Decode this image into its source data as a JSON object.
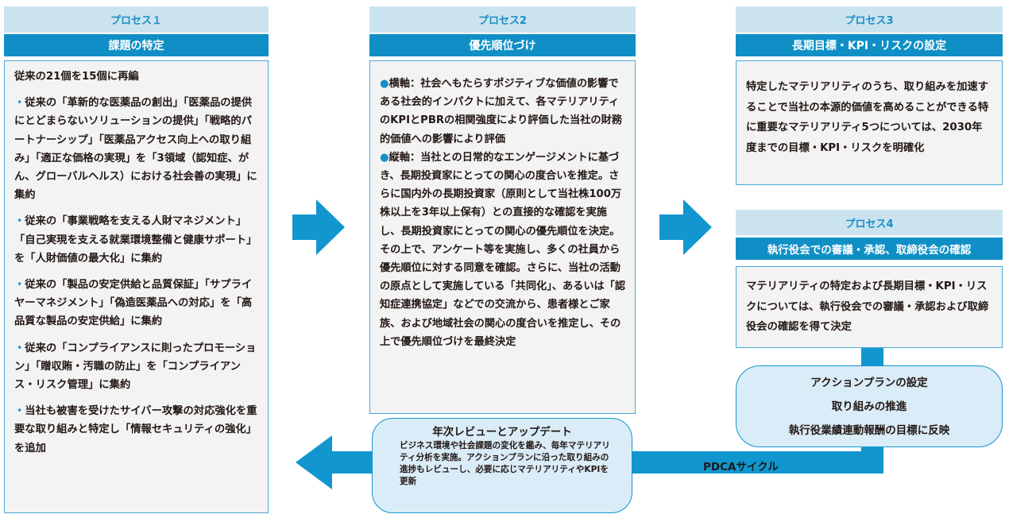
{
  "process1": {
    "label": "プロセス１",
    "title": "課題の特定",
    "intro": "従来の21個を15個に再編",
    "bullet": "・",
    "items": [
      "従来の「革新的な医薬品の創出」「医薬品の提供にとどまらないソリューションの提供」「戦略的パートナーシップ」「医薬品アクセス向上への取り組み」「適正な価格の実現」を「3領域（認知症、がん、グローバルヘルス）における社会善の実現」に集約",
      "従来の「事業戦略を支える人財マネジメント」「自己実現を支える就業環境整備と健康サポート」を「人財価値の最大化」に集約",
      "従来の「製品の安定供給と品質保証」「サプライヤーマネジメント」「偽造医薬品への対応」を「高品質な製品の安定供給」に集約",
      "従来の「コンプライアンスに則ったプロモーション」「贈収賄・汚職の防止」を「コンプライアンス・リスク管理」に集約",
      "当社も被害を受けたサイバー攻撃の対応強化を重要な取り組みと特定し「情報セキュリティの強化」を追加"
    ]
  },
  "process2": {
    "label": "プロセス2",
    "title": "優先順位づけ",
    "bullet": "●",
    "items": [
      "横軸：社会へもたらすポジティブな価値の影響である社会的インパクトに加えて、各マテリアリティのKPIとPBRの相関強度により評価した当社の財務的価値への影響により評価",
      "縦軸：当社との日常的なエンゲージメントに基づき、長期投資家にとっての関心の度合いを推定。さらに国内外の長期投資家（原則として当社株100万株以上を3年以上保有）との直接的な確認を実施し、長期投資家にとっての関心の優先順位を決定。その上で、アンケート等を実施し、多くの社員から優先順位に対する同意を確認。さらに、当社の活動の原点として実施している「共同化」、あるいは「認知症連携協定」などでの交流から、患者様とご家族、および地域社会の関心の度合いを推定し、その上で優先順位づけを最終決定"
    ]
  },
  "process3": {
    "label": "プロセス3",
    "title": "長期目標・KPI・リスクの設定",
    "body": "特定したマテリアリティのうち、取り組みを加速することで当社の本源的価値を高めることができる特に重要なマテリアリティ5つについては、2030年度までの目標・KPI・リスクを明確化"
  },
  "process4": {
    "label": "プロセス4",
    "title": "執行役会での審議・承認、取締役会の確認",
    "body": "マテリアリティの特定および長期目標・KPI・リスクについては、執行役会での審議・承認および取締役会の確認を得て決定"
  },
  "actions": {
    "lines": [
      "アクションプランの設定",
      "取り組みの推進",
      "執行役業績連動報酬の目標に反映"
    ]
  },
  "review": {
    "title": "年次レビューとアップデート",
    "body": "ビジネス環境や社会課題の変化を鑑み、毎年マテリアリティ分析を実施。アクションプランに沿った取り組みの進捗もレビューし、必要に応じマテリアリティやKPIを更新"
  },
  "cycle_label": "PDCAサイクル",
  "colors": {
    "accent": "#0f8fc6",
    "label_bg": "#cbe3ef",
    "box_bg": "#f3f3f3",
    "pill_bg": "#d9ecf7"
  }
}
